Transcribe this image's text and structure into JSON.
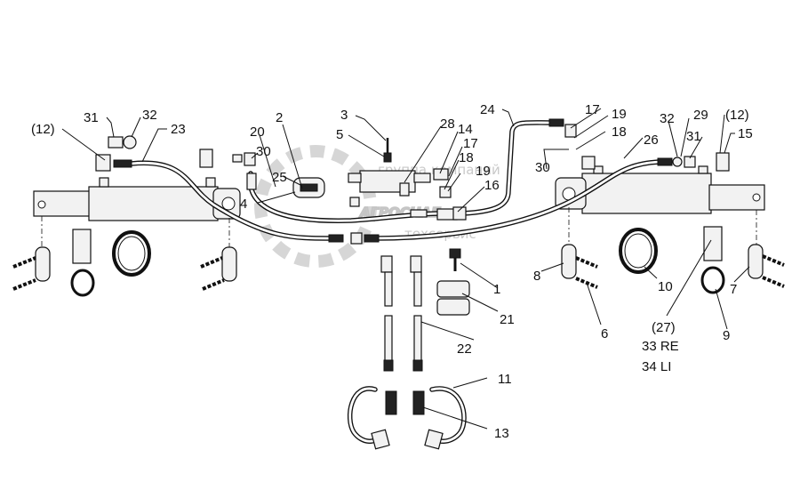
{
  "watermark": {
    "line1": "группа компаний",
    "line2": "АГРОСНАБ",
    "line3": "техсервис"
  },
  "callouts": {
    "c12L": "(12)",
    "c31L": "31",
    "c32L": "32",
    "c23": "23",
    "c2": "2",
    "c20": "20",
    "c30a": "30",
    "c25": "25",
    "c4": "4",
    "c3": "3",
    "c5": "5",
    "c28": "28",
    "c14": "14",
    "c17a": "17",
    "c18a": "18",
    "c19a": "19",
    "c16": "16",
    "c24": "24",
    "c17b": "17",
    "c19b": "19",
    "c18b": "18",
    "c30b": "30",
    "c26": "26",
    "c32R": "32",
    "c29": "29",
    "c12R": "(12)",
    "c31R": "31",
    "c15": "15",
    "c1": "1",
    "c21": "21",
    "c22": "22",
    "c11": "11",
    "c13": "13",
    "c8": "8",
    "c6": "6",
    "c10": "10",
    "c7": "7",
    "c9": "9",
    "c27": "(27)",
    "c33": "33 RE",
    "c34": "34 LI"
  }
}
